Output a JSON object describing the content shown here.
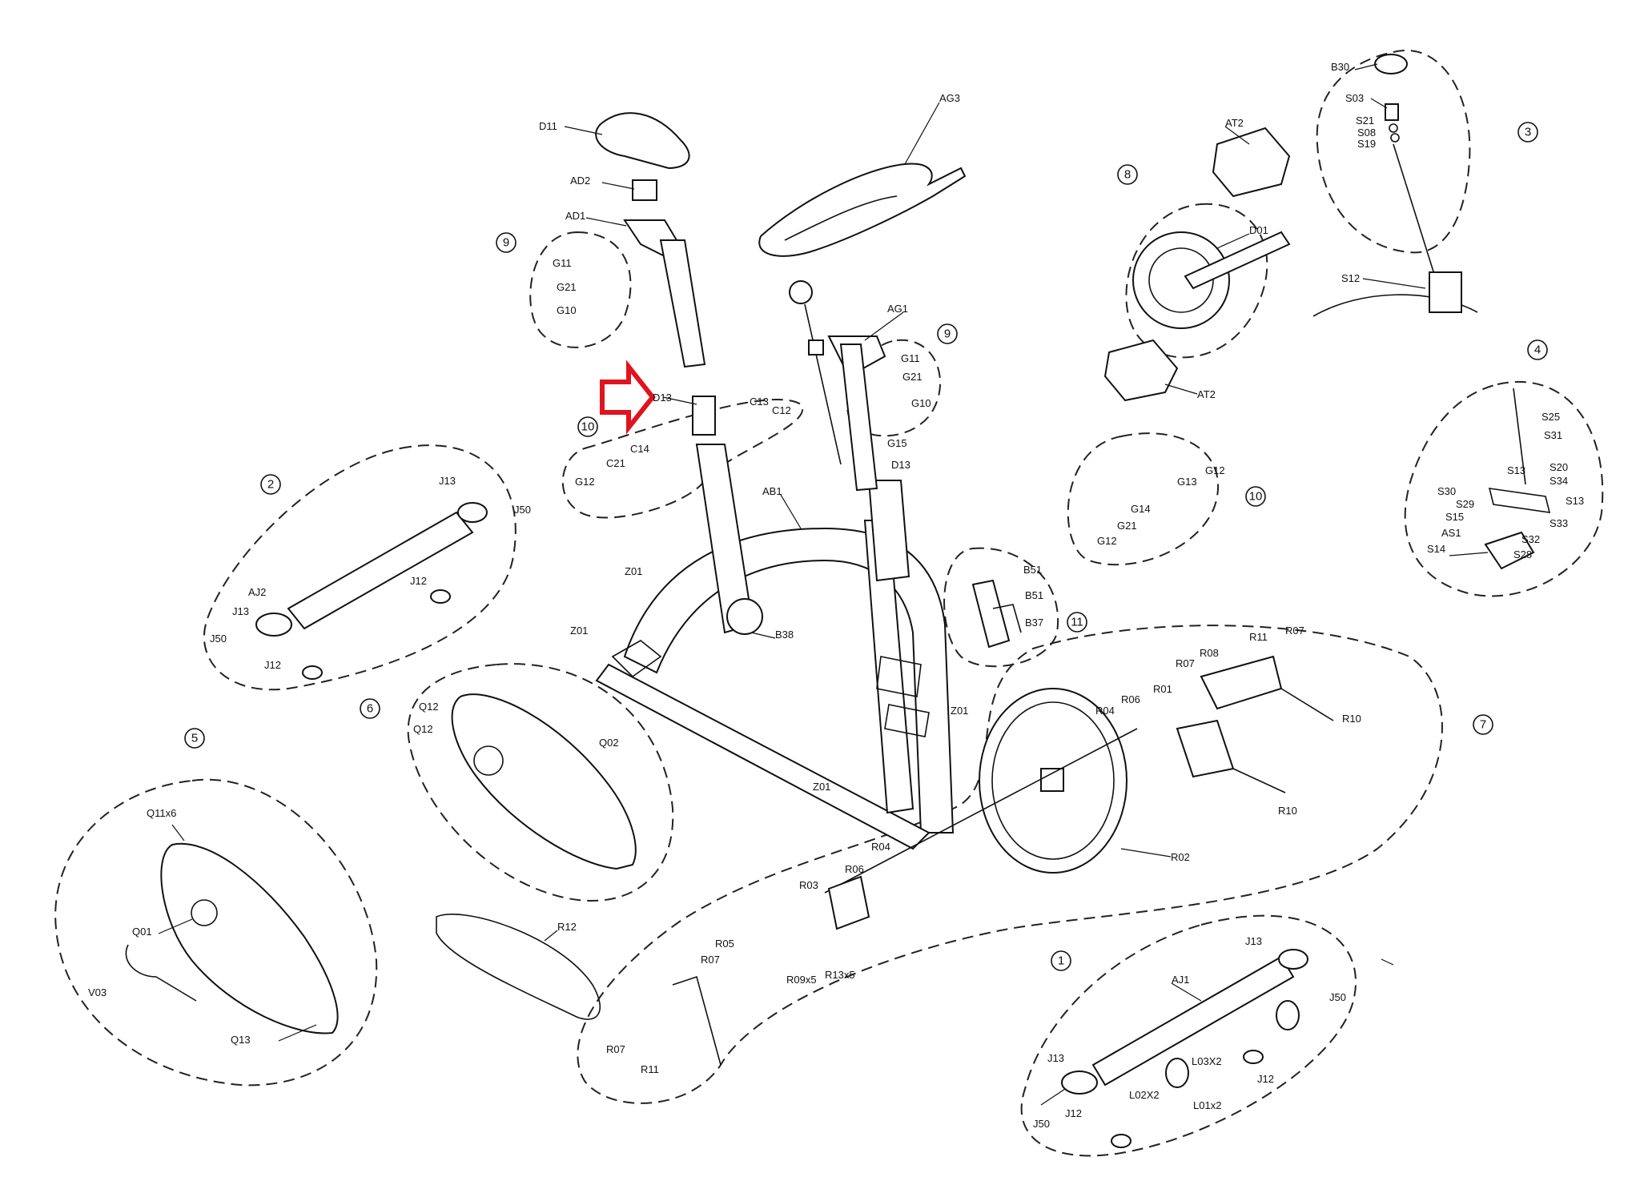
{
  "badges": [
    "1",
    "2",
    "3",
    "4",
    "5",
    "6",
    "7",
    "8",
    "9",
    "10",
    "11"
  ],
  "parts": {
    "seat": [
      "D11",
      "AD2",
      "AD1",
      "D13"
    ],
    "handlebar": [
      "AG3",
      "AG1"
    ],
    "frame": [
      "AB1",
      "Z01",
      "B38"
    ],
    "group1": [
      "AJ1",
      "J13",
      "J50",
      "J12",
      "L03X2",
      "L02X2",
      "L01x2"
    ],
    "group2": [
      "AJ2",
      "J13",
      "J50",
      "J12"
    ],
    "group3": [
      "B30",
      "S03",
      "S21",
      "S08",
      "S19",
      "S12"
    ],
    "group4": [
      "S25",
      "S31",
      "S13",
      "S20",
      "S34",
      "S30",
      "S29",
      "S15",
      "S33",
      "AS1",
      "S32",
      "S14",
      "S28"
    ],
    "group5": [
      "Q11x6",
      "Q01",
      "V03",
      "Q13"
    ],
    "group6": [
      "Q12",
      "Q02"
    ],
    "group7": [
      "R11",
      "R07",
      "R08",
      "R01",
      "R06",
      "R04",
      "R10",
      "R02",
      "R03",
      "R05",
      "R09x5",
      "R13x5",
      "R12"
    ],
    "group8": [
      "AT2",
      "D01"
    ],
    "group9": [
      "G11",
      "G21",
      "G10",
      "G15"
    ],
    "group10": [
      "C13",
      "C12",
      "C14",
      "C21",
      "G12",
      "G13",
      "G14"
    ],
    "group11": [
      "B51",
      "B37"
    ]
  },
  "highlight": {
    "target_label": "D13",
    "color": "#e0141e"
  }
}
